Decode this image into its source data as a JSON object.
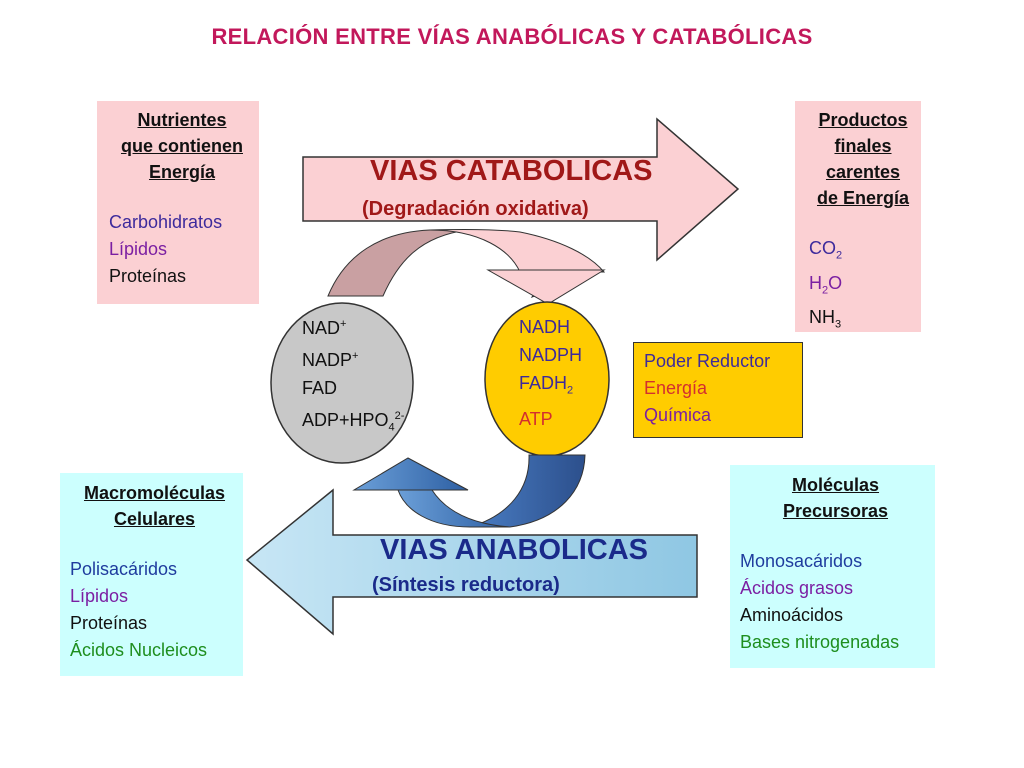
{
  "title": "RELACIÓN ENTRE VÍAS ANABÓLICAS Y CATABÓLICAS",
  "catabolic": {
    "title": "VIAS CATABOLICAS",
    "subtitle": "(Degradación oxidativa)"
  },
  "anabolic": {
    "title": "VIAS ANABOLICAS",
    "subtitle": "(Síntesis reductora)"
  },
  "nutrientes": {
    "head": [
      "Nutrientes",
      "que contienen",
      "Energía"
    ],
    "items": [
      "Carbohidratos",
      "Lípidos",
      "Proteínas"
    ]
  },
  "productos": {
    "head": [
      "Productos",
      "finales",
      "carentes",
      "de Energía"
    ],
    "items": [
      {
        "base": "CO",
        "sub": "2"
      },
      {
        "base": "H",
        "sub": "2",
        "tail": "O"
      },
      {
        "base": "NH",
        "sub": "3"
      }
    ]
  },
  "macro": {
    "head": [
      "Macromoléculas",
      "Celulares"
    ],
    "items": [
      "Polisacáridos",
      "Lípidos",
      "Proteínas",
      "Ácidos Nucleicos"
    ]
  },
  "moleculas": {
    "head": [
      "Moléculas",
      "Precursoras"
    ],
    "items": [
      "Monosacáridos",
      "Ácidos grasos",
      "Aminoácidos",
      "Bases nitrogenadas"
    ]
  },
  "gray_circle": {
    "nad": "NAD",
    "nad_sup": "+",
    "nadp": "NADP",
    "nadp_sup": "+",
    "fad": "FAD",
    "adp": "ADP+HPO",
    "adp_sub": "4",
    "adp_sup": "2-"
  },
  "yellow_circle": {
    "nadh": "NADH",
    "nadph": "NADPH",
    "fadh": "FADH",
    "fadh_sub": "2",
    "atp": "ATP"
  },
  "poder": {
    "items": [
      "Poder Reductor",
      "Energía",
      "Química"
    ]
  },
  "colors": {
    "title": "#c2185b",
    "pink_box": "#fbd0d3",
    "cyan_box": "#ccfffe",
    "catabolic_arrow": "#fbd0d3",
    "anabolic_arrow": "#a9d4ea",
    "gray_circle": "#c8c8c8",
    "yellow_circle": "#ffcc00"
  }
}
